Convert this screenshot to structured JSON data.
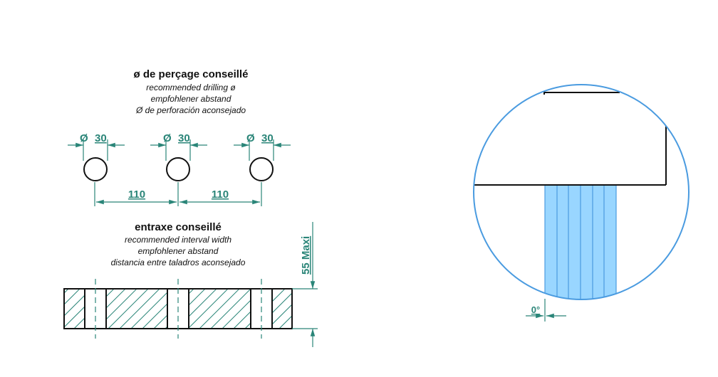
{
  "left": {
    "drill_title": "ø de perçage conseillé",
    "drill_sub": [
      "recommended drilling ø",
      "empfohlener abstand",
      "Ø de perforación aconsejado"
    ],
    "dia_symbol": "Ø",
    "dia_value": "30",
    "spacing_1": "110",
    "spacing_2": "110",
    "interval_title": "entraxe conseillé",
    "interval_sub": [
      "recommended interval width",
      "empfohlener abstand",
      "distancia entre taladros aconsejado"
    ],
    "max_label": "55 Maxi"
  },
  "right": {
    "angle_label": "0°"
  },
  "colors": {
    "dimension": "#2a8578",
    "detail_circle": "#4a9be0",
    "slot_fill": "#99d6ff",
    "outline": "#111111"
  }
}
